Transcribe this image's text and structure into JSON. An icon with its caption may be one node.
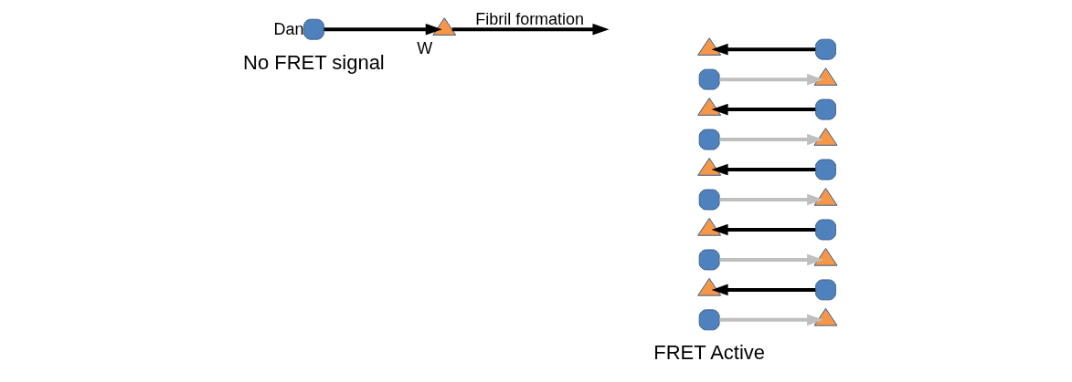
{
  "diagram": {
    "nodes": [
      {
        "text": [],
        "shape": "box",
        "beside": [
          "Dan"
        ]
      },
      {
        "text": [],
        "shape": "triangle",
        "beside": [
          "W"
        ]
      },
      {
        "text": [],
        "shape": "triangle"
      },
      {
        "text": [],
        "shape": "box"
      },
      {
        "text": [],
        "shape": "box"
      },
      {
        "text": [],
        "shape": "triangle"
      },
      {
        "text": [],
        "shape": "triangle"
      },
      {
        "text": [],
        "shape": "box"
      },
      {
        "text": [],
        "shape": "box"
      },
      {
        "text": [],
        "shape": "triangle"
      },
      {
        "text": [],
        "shape": "triangle"
      },
      {
        "text": [],
        "shape": "box"
      },
      {
        "text": [],
        "shape": "box"
      },
      {
        "text": [],
        "shape": "triangle"
      },
      {
        "text": [],
        "shape": "triangle"
      },
      {
        "text": [],
        "shape": "box"
      },
      {
        "text": [],
        "shape": "box"
      },
      {
        "text": [],
        "shape": "triangle"
      },
      {
        "text": [],
        "shape": "triangle"
      },
      {
        "text": [],
        "shape": "box"
      },
      {
        "text": [],
        "shape": "box"
      },
      {
        "text": [],
        "shape": "triangle"
      }
    ],
    "edges": [
      {
        "from": 0,
        "to": 1,
        "arrow": "to"
      },
      {
        "from": 1,
        "to": null,
        "arrow": "to",
        "label": "Fibril formation"
      },
      {
        "from": 3,
        "to": 2,
        "arrow": "to"
      },
      {
        "from": 4,
        "to": 5,
        "arrow": "to",
        "color": "#bfbfbf"
      },
      {
        "from": 7,
        "to": 6,
        "arrow": "to"
      },
      {
        "from": 8,
        "to": 9,
        "arrow": "to",
        "color": "#bfbfbf"
      },
      {
        "from": 11,
        "to": 10,
        "arrow": "to"
      },
      {
        "from": 12,
        "to": 13,
        "arrow": "to",
        "color": "#bfbfbf"
      },
      {
        "from": 15,
        "to": 14,
        "arrow": "to"
      },
      {
        "from": 16,
        "to": 17,
        "arrow": "to",
        "color": "#bfbfbf"
      },
      {
        "from": 19,
        "to": 18,
        "arrow": "to"
      },
      {
        "from": 20,
        "to": 21,
        "arrow": "to",
        "color": "#bfbfbf"
      }
    ],
    "labels": [
      "No FRET signal",
      "FRET Active"
    ]
  }
}
